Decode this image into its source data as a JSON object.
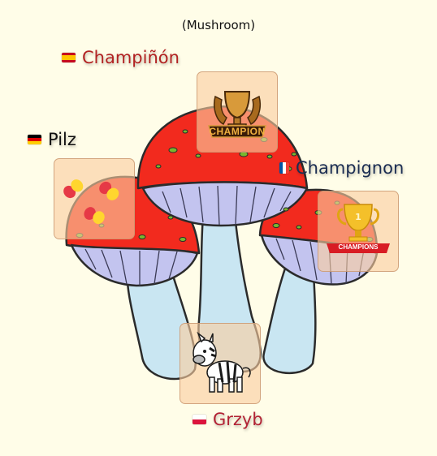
{
  "subtitle": "(Mushroom)",
  "translations": {
    "es": {
      "word": "Champiñón",
      "color": "#b22222"
    },
    "de": {
      "word": "Pilz",
      "color": "#111111"
    },
    "fr": {
      "word": "Champignon",
      "color": "#1b2d52"
    },
    "pl": {
      "word": "Grzyb",
      "color": "#b22234"
    }
  },
  "cards": {
    "trophy_badge": {
      "text": "CHAMPION",
      "icon": "trophy-badge-icon"
    },
    "pills": {
      "icon": "capsules-icon"
    },
    "champions_cup": {
      "rank": "1",
      "ribbon": "CHAMPIONS",
      "icon": "gold-cup-icon"
    },
    "zebra": {
      "icon": "zebra-icon"
    }
  },
  "colors": {
    "background": "#fffde8",
    "cap_red": "#f22a1e",
    "gill_lavender": "#c3c4ef",
    "stem_blue": "#c9e6f2",
    "spot_green": "#79b72e"
  }
}
